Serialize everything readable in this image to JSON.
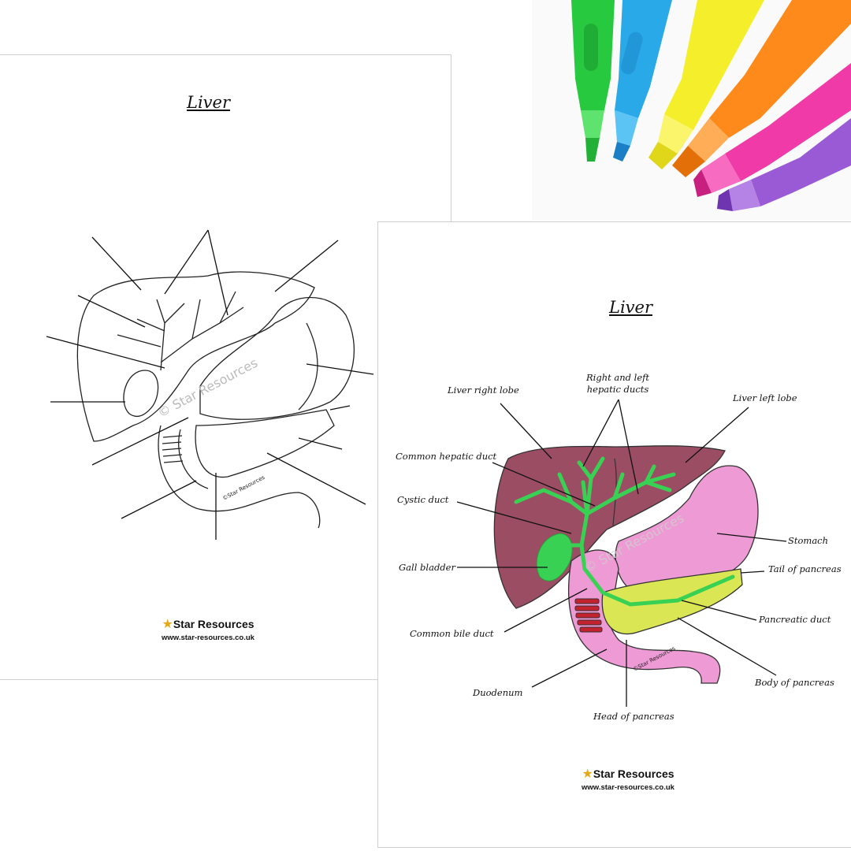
{
  "left_sheet": {
    "title": "Liver",
    "watermark": "© Star Resources",
    "stamp": "©Star Resources",
    "brand": {
      "name": "Star Resources",
      "url": "www.star-resources.co.uk"
    }
  },
  "right_sheet": {
    "title": "Liver",
    "watermark": "© Star Resources",
    "stamp": "©Star Resources",
    "labels": {
      "liver_right_lobe": "Liver right lobe",
      "hepatic_ducts_line1": "Right and left",
      "hepatic_ducts_line2": "hepatic ducts",
      "liver_left_lobe": "Liver left lobe",
      "common_hepatic_duct": "Common hepatic duct",
      "cystic_duct": "Cystic duct",
      "gall_bladder": "Gall bladder",
      "common_bile_duct": "Common bile duct",
      "duodenum": "Duodenum",
      "head_of_pancreas": "Head of pancreas",
      "stomach": "Stomach",
      "tail_of_pancreas": "Tail of pancreas",
      "pancreatic_duct": "Pancreatic duct",
      "body_of_pancreas": "Body of pancreas"
    },
    "brand": {
      "name": "Star Resources",
      "url": "www.star-resources.co.uk"
    }
  },
  "colors": {
    "liver": "#9b4d63",
    "stomach": "#ee9ad4",
    "pancreas": "#dbe655",
    "ducts": "#39d153",
    "duodenum_rings": "#c4222e",
    "markers": [
      "#27c93f",
      "#2aa9e8",
      "#f5ee2b",
      "#ff8a1c",
      "#f03aa7",
      "#9a5ad6"
    ]
  }
}
